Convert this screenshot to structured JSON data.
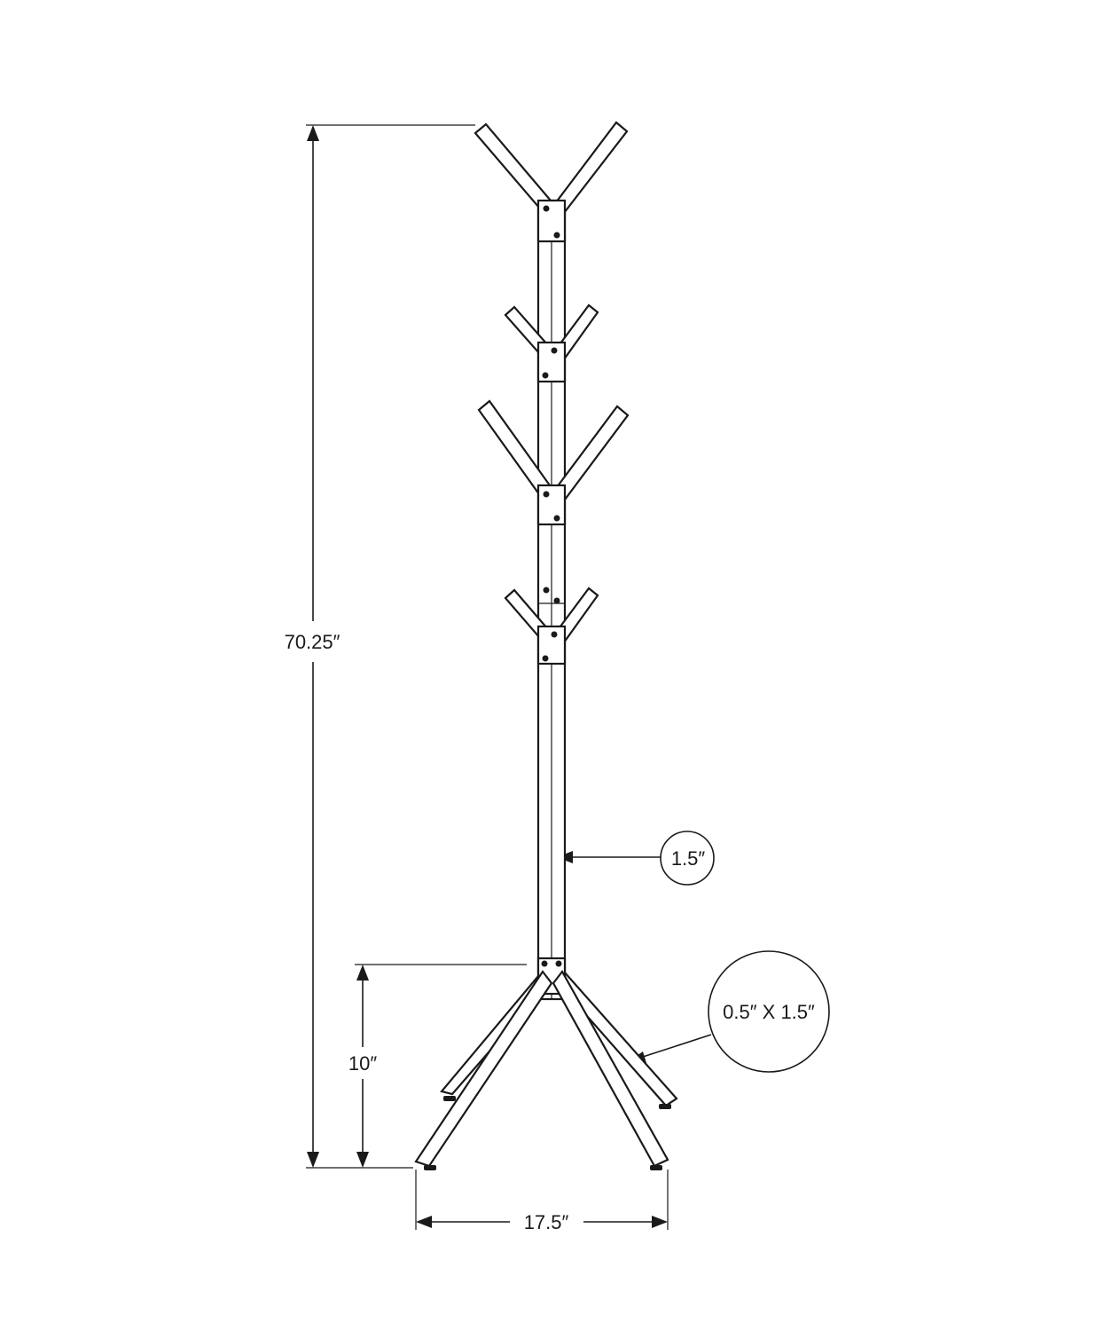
{
  "dimensions": {
    "total_height": "70.25″",
    "base_height": "10″",
    "base_width": "17.5″",
    "pole_width": "1.5″",
    "leg_size": "0.5″ X 1.5″"
  },
  "colors": {
    "line": "#1a1a1a",
    "background": "#ffffff"
  }
}
